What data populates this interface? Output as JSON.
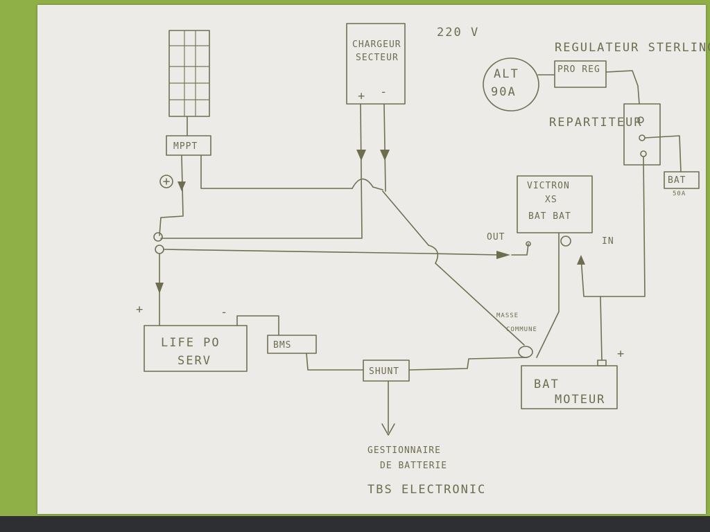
{
  "labels": {
    "charger_line1": "CHARGEUR",
    "charger_line2": "SECTEUR",
    "charger_plus": "+",
    "charger_minus": "-",
    "voltage": "220 V",
    "mppt": "MPPT",
    "regulator_title": "REGULATEUR STERLING",
    "pro_reg": "PRO REG",
    "alt_line1": "ALT",
    "alt_line2": "90A",
    "repartiteur": "REPARTITEUR",
    "bat_line1": "BAT",
    "bat_line2": "50A",
    "victron_line1": "VICTRON",
    "victron_line2": "XS",
    "victron_line3": "BAT BAT",
    "out": "OUT",
    "in": "IN",
    "plus_marker": "+",
    "minus_marker": "-",
    "lifepo_line1": "LIFE PO",
    "lifepo_line2": "SERV",
    "bms": "BMS",
    "shunt": "SHUNT",
    "masse_line1": "MASSE",
    "masse_line2": "COMMUNE",
    "batmoteur_line1": "BAT",
    "batmoteur_line2": "MOTEUR",
    "gest_line1": "GESTIONNAIRE",
    "gest_line2": "DE BATTERIE",
    "tbs": "TBS ELECTRONIC"
  }
}
